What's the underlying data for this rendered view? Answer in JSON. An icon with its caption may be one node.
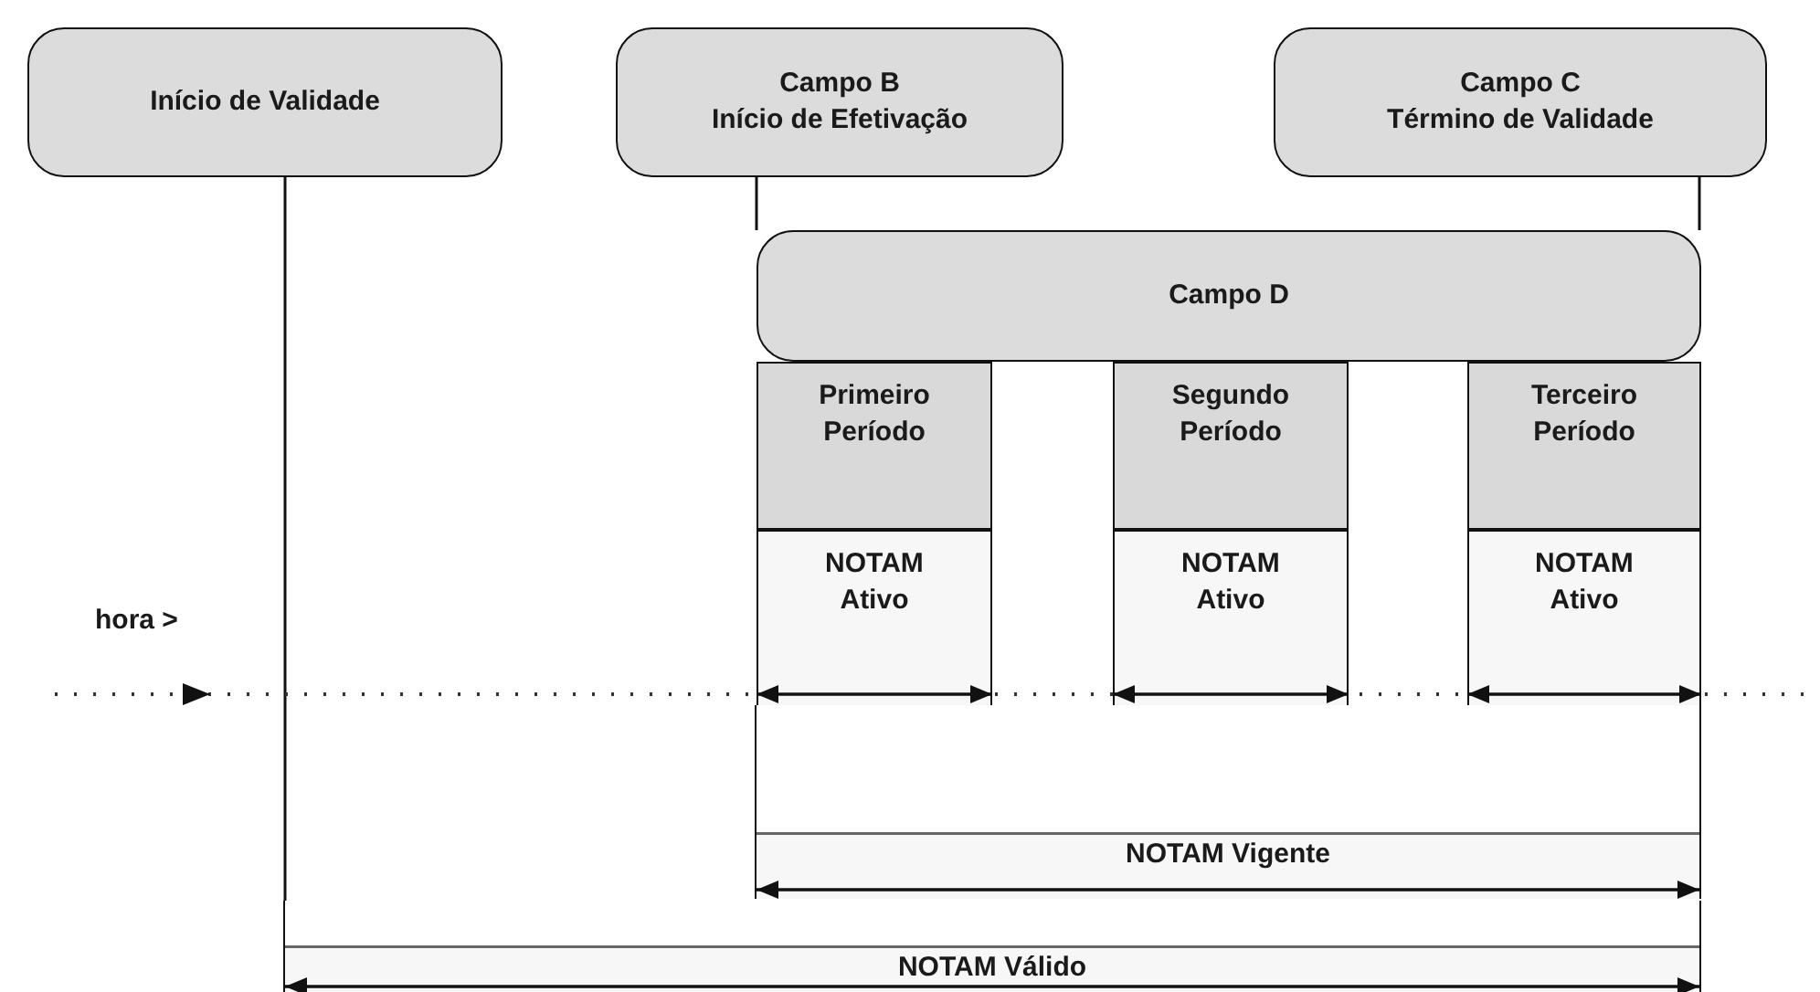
{
  "diagram": {
    "nodes": [
      {
        "text": [
          "Início de Validade"
        ]
      },
      {
        "text": [
          "Campo B",
          "Início de Efetivação"
        ]
      },
      {
        "text": [
          "Campo C",
          "Término de Validade"
        ]
      },
      {
        "text": [
          "Campo D"
        ]
      },
      {
        "text": [
          "Primeiro Período"
        ]
      },
      {
        "text": [
          "NOTAM Ativo"
        ]
      },
      {
        "text": [
          "Segundo Período"
        ]
      },
      {
        "text": [
          "NOTAM Ativo"
        ]
      },
      {
        "text": [
          "Terceiro Período"
        ]
      },
      {
        "text": [
          "NOTAM Ativo"
        ]
      },
      {
        "text": [
          "NOTAM Vigente"
        ]
      },
      {
        "text": [
          "NOTAM Válido"
        ]
      }
    ],
    "edges": [
      {
        "from": 0,
        "to": 11,
        "arrow": "none"
      },
      {
        "from": 1,
        "to": 3,
        "arrow": "none"
      },
      {
        "from": 2,
        "to": 3,
        "arrow": "none"
      }
    ],
    "labels": [
      "hora >"
    ]
  }
}
